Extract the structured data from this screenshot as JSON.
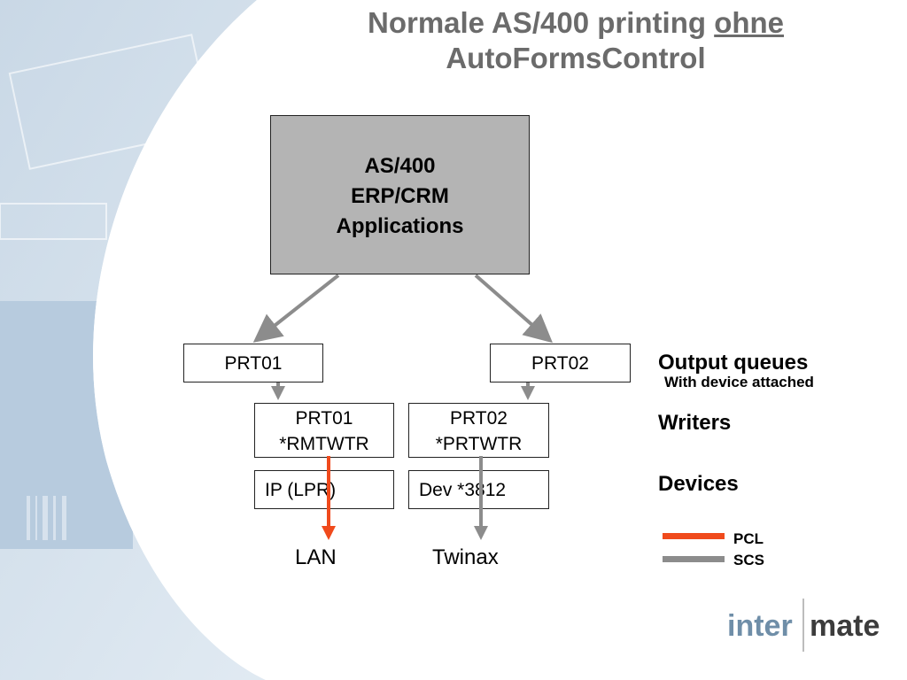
{
  "title": {
    "line1_prefix": "Normale AS/400 printing ",
    "line1_emph": "ohne",
    "line2": "AutoFormsControl"
  },
  "system": {
    "line1": "AS/400",
    "line2": "ERP/CRM",
    "line3": "Applications"
  },
  "queues": [
    "PRT01",
    "PRT02"
  ],
  "writers": [
    {
      "line1": "PRT01",
      "line2": "*RMTWTR"
    },
    {
      "line1": "PRT02",
      "line2": "*PRTWTR"
    }
  ],
  "devices": [
    "IP (LPR)",
    "Dev *3812"
  ],
  "connections": [
    "LAN",
    "Twinax"
  ],
  "side_labels": {
    "output_queues": "Output queues",
    "output_queues_sub": "With device attached",
    "writers": "Writers",
    "devices": "Devices"
  },
  "legend": [
    {
      "label": "PCL",
      "color": "#f04a1c"
    },
    {
      "label": "SCS",
      "color": "#8c8c8c"
    }
  ],
  "logo": {
    "left": "inter",
    "right": "mate"
  },
  "colors": {
    "arrow_gray": "#8c8c8c",
    "arrow_orange": "#f04a1c",
    "title": "#6b6b6b",
    "system_box": "#b4b4b4"
  }
}
